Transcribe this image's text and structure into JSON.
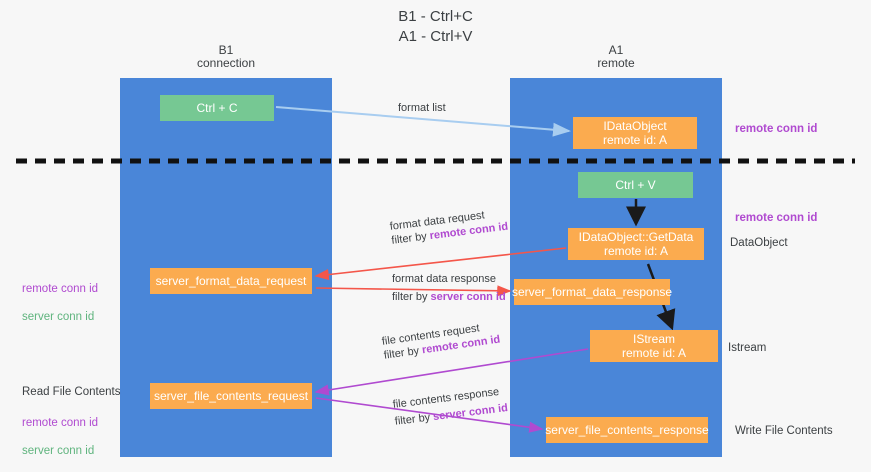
{
  "title": "B1 - Ctrl+C\nA1 - Ctrl+V",
  "columns": {
    "left": {
      "header": "B1\nconnection",
      "color": "#4a86d8"
    },
    "right": {
      "header": "A1\nremote",
      "color": "#4a86d8"
    }
  },
  "boxes": {
    "ctrl_c": {
      "label": "Ctrl + C",
      "color": "#76c893"
    },
    "idataobject": {
      "label": "IDataObject\nremote id: A",
      "color": "#fbab4f"
    },
    "ctrl_v": {
      "label": "Ctrl + V",
      "color": "#76c893"
    },
    "idataobject_getdata": {
      "label": "IDataObject::GetData\nremote id: A",
      "color": "#fbab4f"
    },
    "server_format_data_request": {
      "label": "server_format_data_request",
      "color": "#fbab4f"
    },
    "server_format_data_response": {
      "label": "server_format_data_response",
      "color": "#fbab4f"
    },
    "istream": {
      "label": "IStream\nremote id: A",
      "color": "#fbab4f"
    },
    "server_file_contents_request": {
      "label": "server_file_contents_request",
      "color": "#fbab4f"
    },
    "server_file_contents_response": {
      "label": "server_file_contents_response",
      "color": "#fbab4f"
    }
  },
  "arrow_labels": {
    "format_list": "format list",
    "format_data_request": "format data request",
    "format_data_request_filter_prefix": "filter by ",
    "format_data_request_filter_value": "remote conn id",
    "format_data_response": "format data response",
    "format_data_response_filter_prefix": "filter by ",
    "format_data_response_filter_value": "server conn id",
    "file_contents_request": "file contents request",
    "file_contents_request_filter_prefix": "filter by ",
    "file_contents_request_filter_value": "remote conn id",
    "file_contents_response": "file contents response",
    "file_contents_response_filter_prefix": "filter by ",
    "file_contents_response_filter_value": "server conn id"
  },
  "side_notes": {
    "remote_conn_id_top": "remote conn id",
    "remote_conn_id_mid": "remote conn id",
    "dataobject": "DataObject",
    "istream": "Istream",
    "left_remote_conn_id": "remote conn id",
    "left_server_conn_id": "server conn id",
    "read_file_contents": "Read File Contents",
    "left_remote_conn_id_2": "remote conn id",
    "left_server_conn_id_2": "server conn id",
    "write_file_contents": "Write File Contents"
  },
  "colors": {
    "lane_blue": "#4a86d8",
    "green_box": "#76c893",
    "orange_box": "#fbab4f",
    "purple": "#b04ad0",
    "green_text": "#5fb47e",
    "arrow_lightblue": "#a8cdf0",
    "arrow_red": "#f4564a",
    "arrow_magenta": "#b04ad0",
    "arrow_black": "#1a1a1a",
    "background": "#f7f7f7",
    "divider": "#111111"
  }
}
